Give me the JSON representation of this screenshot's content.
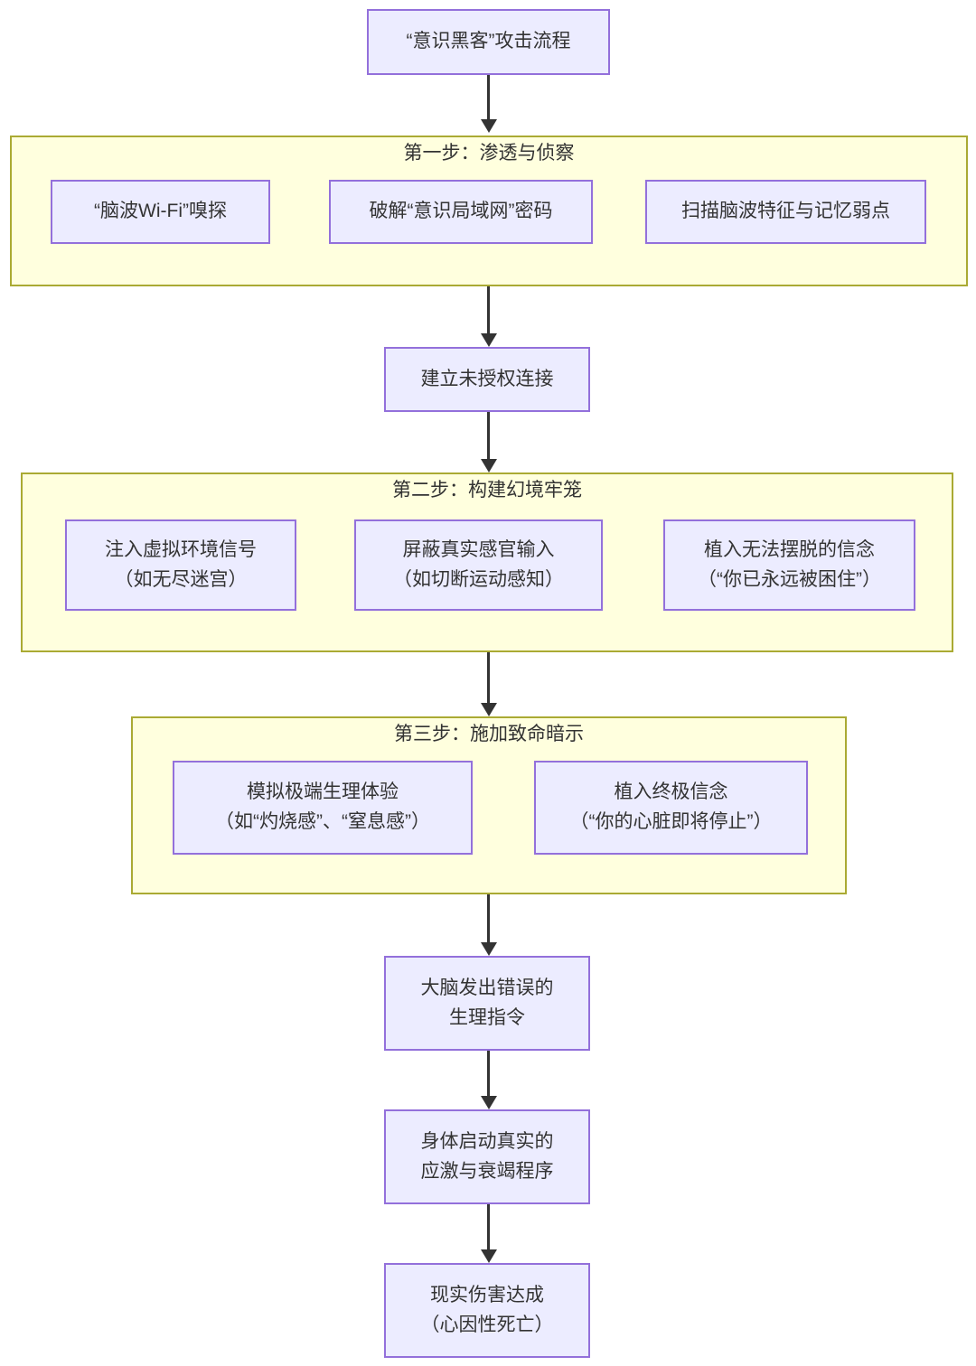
{
  "flowchart": {
    "root": "“意识黑客”攻击流程",
    "step1": {
      "title": "第一步：渗透与侦察",
      "nodes": [
        "“脑波Wi-Fi”嗅探",
        "破解“意识局域网”密码",
        "扫描脑波特征与记忆弱点"
      ]
    },
    "establish_connection": "建立未授权连接",
    "step2": {
      "title": "第二步：构建幻境牢笼",
      "nodes": [
        "注入虚拟环境信号\n（如无尽迷宫）",
        "屏蔽真实感官输入\n（如切断运动感知）",
        "植入无法摆脱的信念\n（“你已永远被困住”）"
      ]
    },
    "step3": {
      "title": "第三步：施加致命暗示",
      "nodes": [
        "模拟极端生理体验\n（如“灼烧感”、“窒息感”）",
        "植入终极信念\n（“你的心脏即将停止”）"
      ]
    },
    "brain_error": "大脑发出错误的\n生理指令",
    "body_stress": "身体启动真实的\n应激与衰竭程序",
    "real_harm": "现实伤害达成\n（心因性死亡）"
  },
  "colors": {
    "node_fill": "#ECECFF",
    "node_border": "#9370DB",
    "subgraph_fill": "#FFFFDE",
    "subgraph_border": "#AAAA33",
    "edge": "#333333",
    "text": "#333333",
    "background": "#FFFFFF"
  }
}
